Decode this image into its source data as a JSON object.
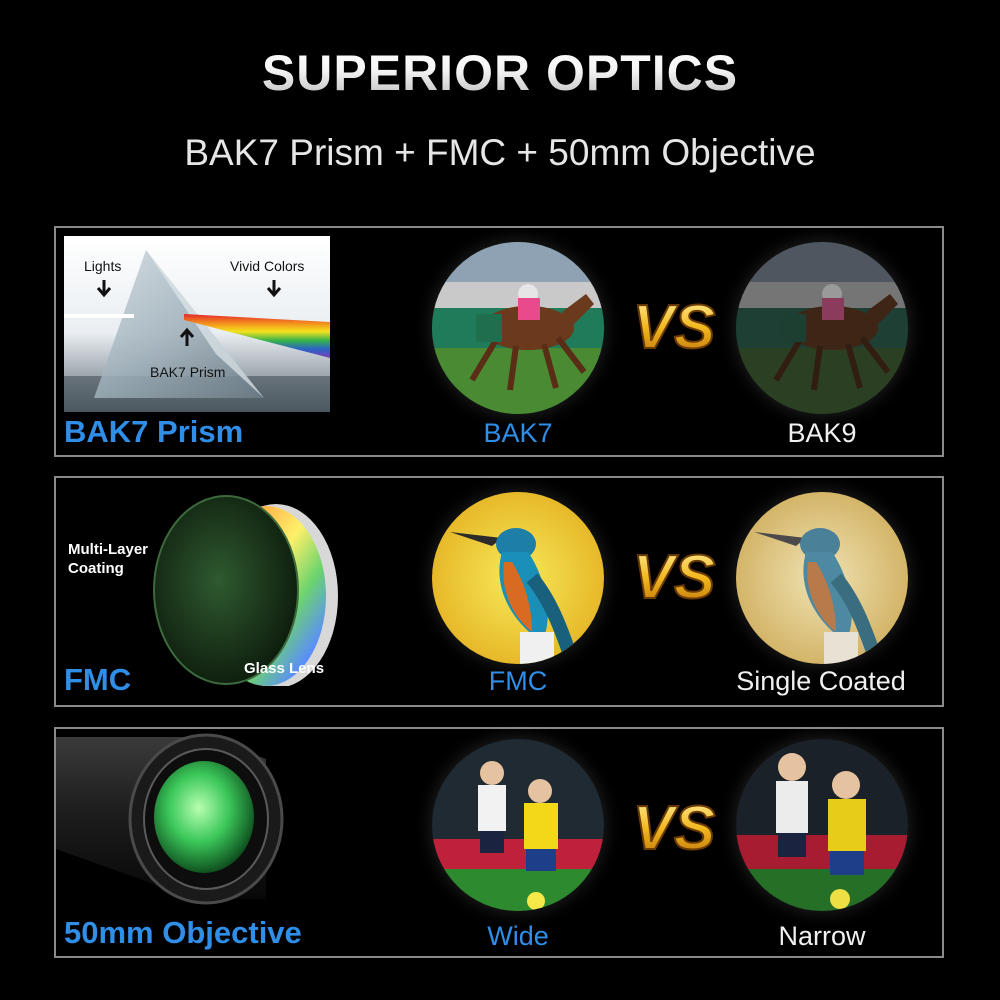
{
  "header": {
    "title": "SUPERIOR OPTICS",
    "subtitle": "BAK7 Prism + FMC + 50mm Objective"
  },
  "vs_text": "VS",
  "colors": {
    "accent_blue": "#2f8ee8",
    "vs_gold": "#f2b81e",
    "panel_border": "#8a8a8a"
  },
  "panels": [
    {
      "feature": "BAK7 Prism",
      "diagram": {
        "lights": "Lights",
        "vivid": "Vivid Colors",
        "prism": "BAK7 Prism"
      },
      "left_label": "BAK7",
      "right_label": "BAK9"
    },
    {
      "feature": "FMC",
      "diagram": {
        "coating": "Multi-Layer Coating",
        "lens": "Glass Lens"
      },
      "left_label": "FMC",
      "right_label": "Single Coated"
    },
    {
      "feature": "50mm Objective",
      "left_label": "Wide",
      "right_label": "Narrow"
    }
  ]
}
